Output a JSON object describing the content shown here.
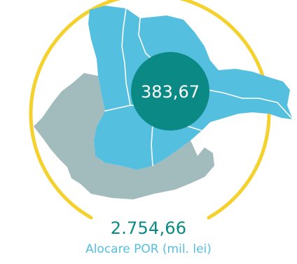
{
  "colors": {
    "ring": "#f5d12e",
    "highlight_region": "#55bfe0",
    "other_region": "#a2bbbd",
    "region_border": "#ffffff",
    "bubble": "#0b8a85",
    "bubble_text": "#ffffff",
    "total_text": "#0b8a85",
    "caption_text": "#55bfe0"
  },
  "map": {
    "highlighted_regions": [
      "north-west",
      "north-east",
      "east",
      "center",
      "south-center"
    ],
    "other_regions": [
      "west-south"
    ]
  },
  "bubble": {
    "value": "383,67"
  },
  "total": {
    "value": "2.754,66",
    "caption": "Alocare POR (mil. lei)"
  }
}
